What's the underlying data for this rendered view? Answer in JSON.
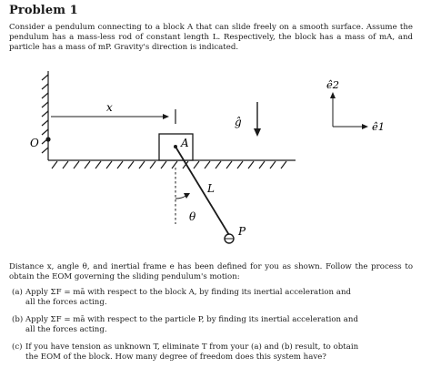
{
  "problem": {
    "title": "Problem 1",
    "intro": "Consider a pendulum connecting to a block A that can slide freely on a smooth surface. Assume the pendulum has a mass-less rod of constant length L. Respectively, the block has a mass of mA, and particle has a mass of mP. Gravity's direction is indicated."
  },
  "figure": {
    "labels": {
      "x": "x",
      "origin": "O",
      "block": "A",
      "gravity": "ĝ",
      "length": "L",
      "angle": "θ",
      "particle": "P",
      "e1": "ê1",
      "e2": "ê2"
    }
  },
  "instructions": {
    "lead": "Distance x, angle θ, and inertial frame e has been defined for you as shown. Follow the process to obtain the EOM governing the sliding pendulum's motion:",
    "parts": [
      {
        "tag": "(a)",
        "line1": "Apply ΣF = mā with respect to the block A, by finding its inertial acceleration and",
        "line2": "all the forces acting."
      },
      {
        "tag": "(b)",
        "line1": "Apply ΣF = mā with respect to the particle P, by finding its inertial acceleration and",
        "line2": "all the forces acting."
      },
      {
        "tag": "(c)",
        "line1": "If you have tension as unknown T, eliminate T from your (a) and (b) result, to obtain",
        "line2": "the EOM of the block. How many degree of freedom does this system have?"
      }
    ]
  }
}
